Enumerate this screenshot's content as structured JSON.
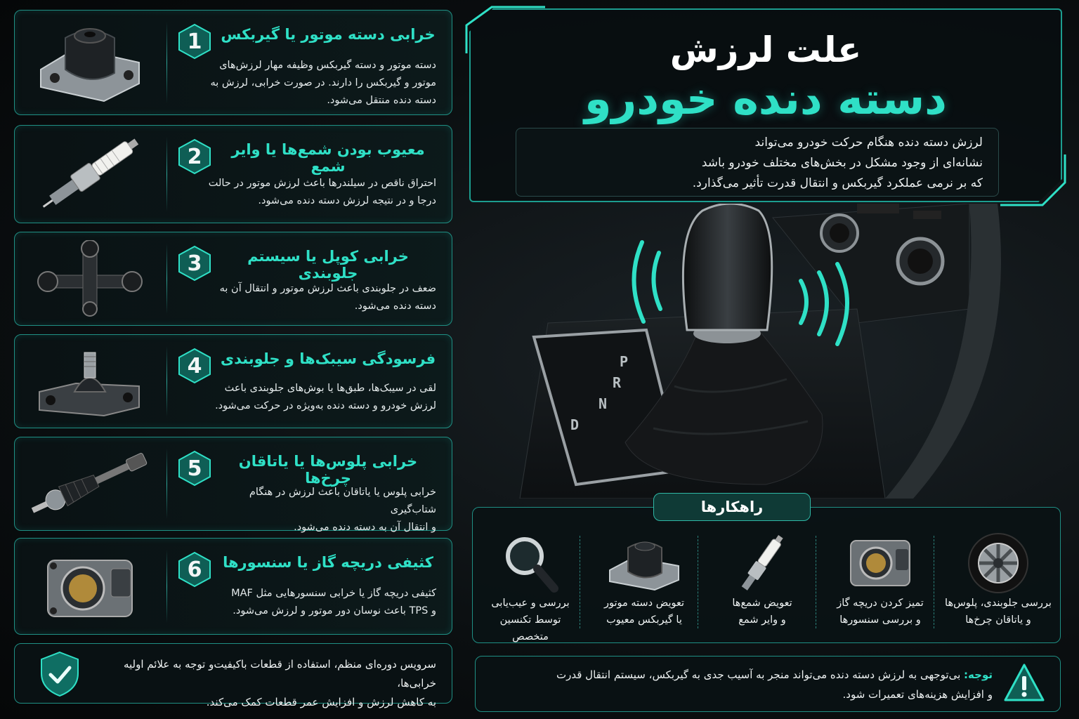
{
  "title": {
    "line1": "علت لرزش",
    "line2": "دسته دنده خودرو"
  },
  "intro": {
    "line1": "لرزش دسته دنده هنگام حرکت خودرو می‌تواند",
    "line2": "نشانه‌ای از وجود مشکل در بخش‌های مختلف خودرو باشد",
    "line3": "که بر نرمی عملکرد گیربکس و انتقال قدرت تأثیر می‌گذارد."
  },
  "gear_letters": [
    "P",
    "R",
    "N",
    "D"
  ],
  "causes": [
    {
      "num": "1",
      "title": "خرابی دسته موتور یا گیربکس",
      "lines": [
        "دسته موتور و دسته گیربکس وظیفه مهار لرزش‌های",
        "موتور و گیربکس را دارند. در صورت خرابی، لرزش به",
        "دسته دنده منتقل می‌شود."
      ]
    },
    {
      "num": "2",
      "title": "معیوب بودن شمع‌ها یا وایر شمع",
      "lines": [
        "احتراق ناقص در سیلندرها باعث لرزش موتور در حالت",
        "درجا و در نتیجه لرزش دسته دنده می‌شود."
      ]
    },
    {
      "num": "3",
      "title": "خرابی کوپل یا سیستم جلوبندی",
      "lines": [
        "ضعف در جلوبندی باعث لرزش موتور و انتقال آن به",
        "دسته دنده می‌شود."
      ]
    },
    {
      "num": "4",
      "title": "فرسودگی سیبک‌ها و جلوبندی",
      "lines": [
        "لقی در سیبک‌ها، طبق‌ها یا بوش‌های جلوبندی باعث",
        "لرزش خودرو و دسته دنده به‌ویژه در حرکت می‌شود."
      ]
    },
    {
      "num": "5",
      "title": "خرابی پلوس‌ها یا یاتاقان چرخ‌ها",
      "lines": [
        "خرابی پلوس یا یاتاقان باعث لرزش در هنگام شتاب‌گیری",
        "و انتقال آن به دسته دنده می‌شود."
      ]
    },
    {
      "num": "6",
      "title": "کثیفی دریچه گاز یا سنسورها",
      "lines": [
        "کثیفی دریچه گاز یا خرابی سنسورهایی مثل MAF",
        "و TPS باعث نوسان دور موتور و لرزش می‌شود."
      ]
    }
  ],
  "tip": {
    "line1": "سرویس دوره‌ای منظم، استفاده از قطعات باکیفیت‌و توجه به علائم اولیه خرابی‌ها،",
    "line2": "به کاهش لرزش و افزایش عمر قطعات کمک می‌کند."
  },
  "solutions": {
    "label": "راهکارها",
    "items": [
      {
        "icon": "wheel-icon",
        "label": "بررسی جلوبندی، پلوس‌ها\nو یاتاقان چرخ‌ها"
      },
      {
        "icon": "throttle-body-icon",
        "label": "تمیز کردن دریچه گاز\nو بررسی سنسورها"
      },
      {
        "icon": "spark-plug-icon",
        "label": "تعویض شمع‌ها\nو وایر شمع"
      },
      {
        "icon": "engine-mount-icon",
        "label": "تعویض دسته موتور\nیا گیربکس معیوب"
      },
      {
        "icon": "magnifier-icon",
        "label": "بررسی و عیب‌یابی\nتوسط تکنسین\nمتخصص"
      }
    ]
  },
  "note": {
    "label": "توجه:",
    "line1": "بی‌توجهی به لرزش دسته دنده می‌تواند منجر به آسیب جدی به گیربکس، سیستم انتقال قدرت",
    "line2": "و افزایش هزینه‌های تعمیرات شود."
  },
  "colors": {
    "accent": "#2fe0c6",
    "border": "#1f8f84",
    "background": "#0b0f11"
  }
}
